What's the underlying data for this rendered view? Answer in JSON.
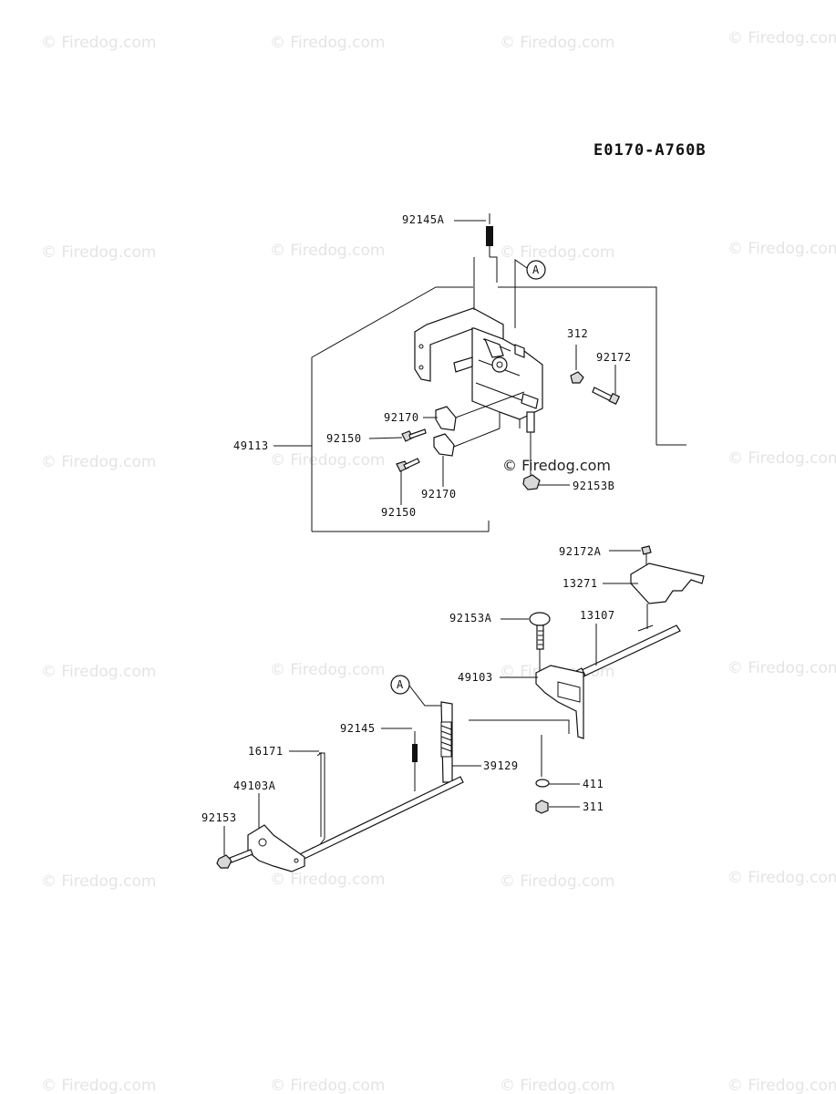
{
  "diagram_code": "E0170-A760B",
  "copyright": "© Firedog.com",
  "watermark": "© Firedog.com",
  "callout_letter": "A",
  "parts": {
    "p92145A": "92145A",
    "p312": "312",
    "p92172": "92172",
    "p92170_top": "92170",
    "p92150_top": "92150",
    "p49113": "49113",
    "p92170_bot": "92170",
    "p92150_bot": "92150",
    "p92153B": "92153B",
    "p92172A": "92172A",
    "p13271": "13271",
    "p92153A": "92153A",
    "p13107": "13107",
    "p49103": "49103",
    "p92145": "92145",
    "p16171": "16171",
    "p39129": "39129",
    "p411": "411",
    "p311": "311",
    "p49103A": "49103A",
    "p92153": "92153"
  }
}
